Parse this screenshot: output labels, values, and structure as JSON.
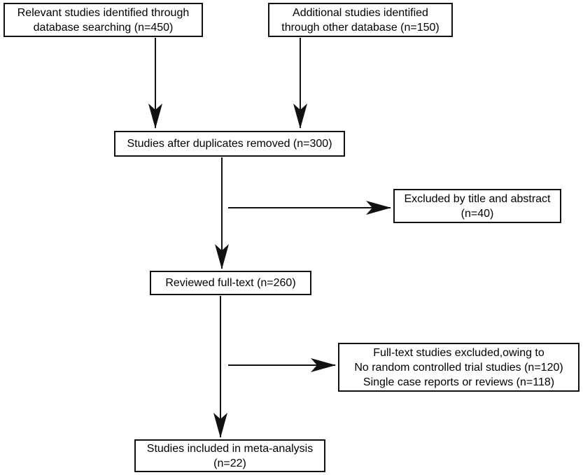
{
  "flowchart": {
    "nodes": {
      "identified_database": {
        "lines": [
          "Relevant studies identified through",
          "database searching (n=450)"
        ],
        "n": 450
      },
      "other_database": {
        "lines": [
          "Additional studies identified",
          "through other database (n=150)"
        ],
        "n": 150
      },
      "duplicates_removed": {
        "lines": [
          "Studies after duplicates removed (n=300)"
        ],
        "n": 300
      },
      "excluded_title_abstract": {
        "lines": [
          "Excluded by title and abstract",
          "(n=40)"
        ],
        "n": 40
      },
      "reviewed_fulltext": {
        "lines": [
          "Reviewed full-text (n=260)"
        ],
        "n": 260
      },
      "fulltext_excluded": {
        "lines": [
          "Full-text studies excluded,owing to",
          "No random controlled trial studies (n=120)",
          "Single case reports or reviews (n=118)"
        ],
        "n_no_rct": 120,
        "n_case_reports": 118
      },
      "included_meta_analysis": {
        "lines": [
          "Studies included in meta-analysis",
          "(n=22)"
        ],
        "n": 22
      }
    },
    "edges": [
      {
        "from": "identified_database",
        "to": "duplicates_removed"
      },
      {
        "from": "other_database",
        "to": "duplicates_removed"
      },
      {
        "from": "duplicates_removed",
        "to": "reviewed_fulltext"
      },
      {
        "from": "duplicates_removed",
        "to": "excluded_title_abstract"
      },
      {
        "from": "reviewed_fulltext",
        "to": "included_meta_analysis"
      },
      {
        "from": "reviewed_fulltext",
        "to": "fulltext_excluded"
      }
    ],
    "colors": {
      "line": "#111111",
      "text": "#000000",
      "background": "#ffffff"
    }
  }
}
